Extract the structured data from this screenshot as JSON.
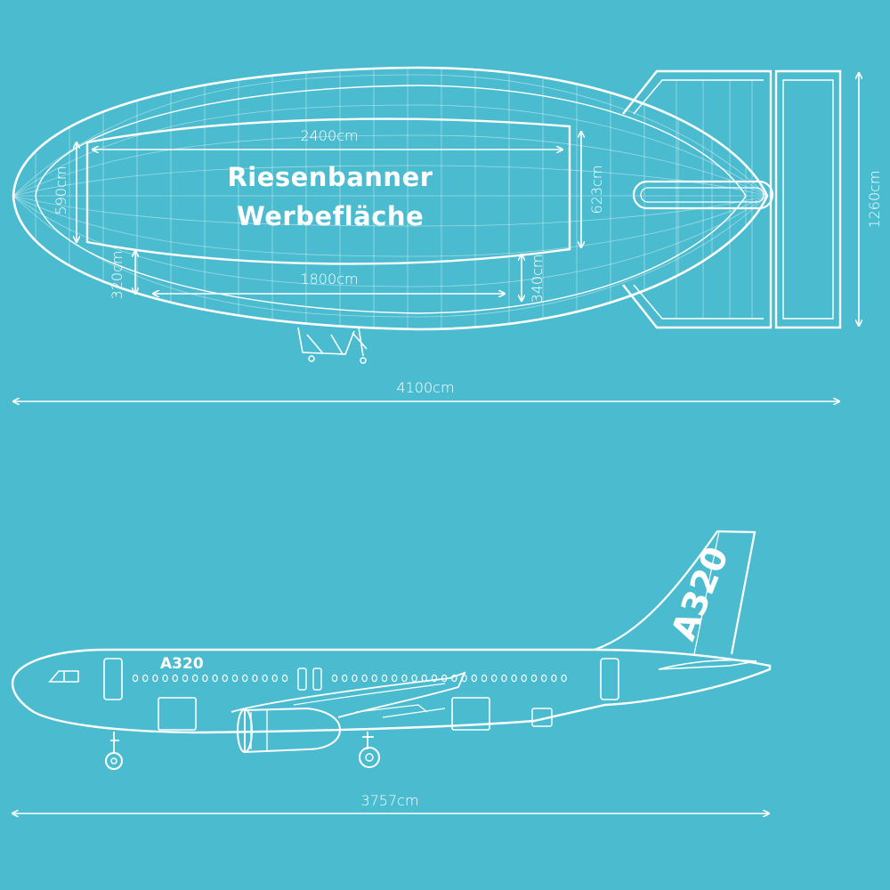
{
  "colors": {
    "background": "#4bbccf",
    "line": "#ffffff"
  },
  "blimp": {
    "banner_title_line1": "Riesenbanner",
    "banner_title_line2": "Werbefläche",
    "dim_banner_top_width": "2400cm",
    "dim_banner_bottom_width": "1800cm",
    "dim_banner_left_height": "590cm",
    "dim_banner_right_height": "623cm",
    "dim_lower_left_height": "320cm",
    "dim_lower_right_height": "340cm",
    "dim_total_height": "1260cm",
    "dim_total_length": "4100cm"
  },
  "airplane": {
    "fuselage_logo": "A320",
    "tail_logo": "A320",
    "dim_total_length": "3757cm"
  }
}
